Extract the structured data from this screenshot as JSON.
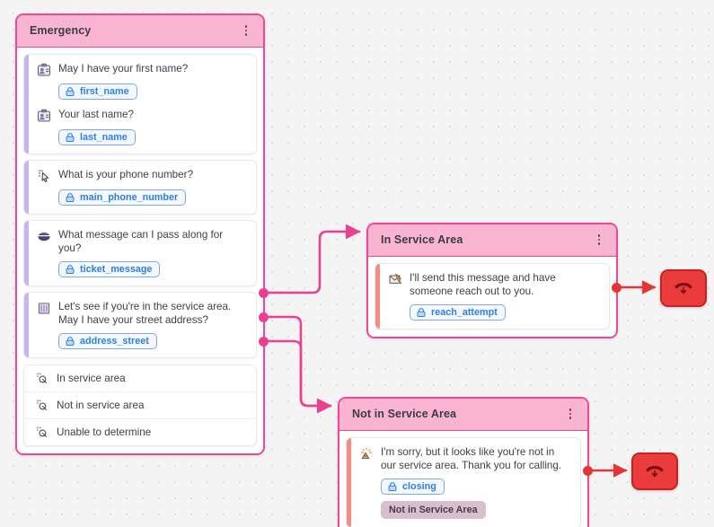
{
  "canvas": {
    "background_color": "#f4f4f4",
    "grid_dot_color": "#dedede",
    "edge_color": "#ec3f8f",
    "terminal_edge_color": "#e53535"
  },
  "nodes": {
    "emergency": {
      "title": "Emergency",
      "header_color": "#f9b5d0",
      "border_color": "#ec4899",
      "menu_icon": "kebab-menu-icon",
      "steps": [
        {
          "icon": "id-badge-icon",
          "accent": "#c3b6ec",
          "messages": [
            {
              "text": "May I have your first name?",
              "icon": "id-badge-icon",
              "chip": "first_name"
            },
            {
              "text": "Your last name?",
              "icon": "id-badge-icon",
              "chip": "last_name"
            }
          ]
        },
        {
          "icon": "pointer-click-icon",
          "accent": "#c3b6ec",
          "messages": [
            {
              "text": "What is your phone number?",
              "icon": "pointer-click-icon",
              "chip": "main_phone_number"
            }
          ]
        },
        {
          "icon": "envelope-icon",
          "accent": "#c3b6ec",
          "messages": [
            {
              "text": "What message can I pass along for you?",
              "icon": "envelope-icon",
              "chip": "ticket_message"
            }
          ]
        },
        {
          "icon": "building-icon",
          "accent": "#c3b6ec",
          "messages": [
            {
              "text": "Let's see if you're in the service area. May I have your street address?",
              "icon": "building-icon",
              "chip": "address_street"
            }
          ]
        }
      ],
      "branches": [
        {
          "label": "In service area",
          "icon": "branch-node-icon"
        },
        {
          "label": "Not in service area",
          "icon": "branch-node-icon"
        },
        {
          "label": "Unable to determine",
          "icon": "branch-node-icon"
        }
      ]
    },
    "in_service_area": {
      "title": "In Service Area",
      "header_color": "#f9b5d0",
      "border_color": "#ec4899",
      "menu_icon": "kebab-menu-icon",
      "message": {
        "text": "I'll send this message and have someone reach out to you.",
        "icon": "send-mail-icon",
        "accent": "#f78d80",
        "chip": "reach_attempt"
      }
    },
    "not_in_service_area": {
      "title": "Not in Service Area",
      "header_color": "#f9b5d0",
      "border_color": "#ec4899",
      "menu_icon": "kebab-menu-icon",
      "message": {
        "text": "I'm sorry, but it looks like you're not in our service area. Thank you for calling.",
        "icon": "party-popper-icon",
        "accent": "#f78d80",
        "chip": "closing",
        "tag": "Not in Service Area"
      }
    },
    "hangup_top": {
      "icon": "hangup-phone-icon",
      "color": "#ea3c3c"
    },
    "hangup_bottom": {
      "icon": "hangup-phone-icon",
      "color": "#ea3c3c"
    }
  }
}
